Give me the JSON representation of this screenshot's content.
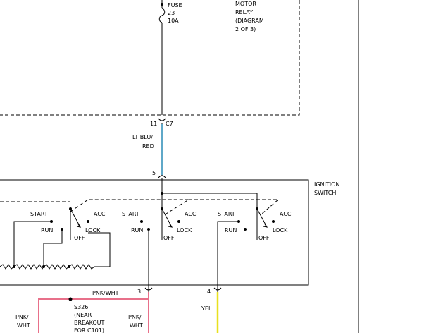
{
  "labels": {
    "fuse": "FUSE",
    "fuse_num": "23",
    "fuse_amp": "10A",
    "motor": "MOTOR",
    "relay": "RELAY",
    "diagram": "(DIAGRAM",
    "diagram_of": "2 OF 3)",
    "pin11": "11",
    "c7": "C7",
    "lt_blu": "LT BLU/",
    "red": "RED",
    "pin5": "5",
    "ignition": "IGNITION",
    "switch": "SWITCH",
    "start": "START",
    "acc": "ACC",
    "run": "RUN",
    "lock": "LOCK",
    "off": "OFF",
    "pin3": "3",
    "pin4": "4",
    "pnk_wht": "PNK/WHT",
    "pnk": "PNK/",
    "wht": "WHT",
    "yel": "YEL",
    "s326": "S326",
    "near": "(NEAR",
    "breakout": "BREAKOUT",
    "for_c101": "FOR C101)"
  },
  "colors": {
    "lt_blu_red": "#5fa8c8",
    "pnk_wht": "#e8708a",
    "yel": "#e8e020",
    "line": "#000000"
  }
}
